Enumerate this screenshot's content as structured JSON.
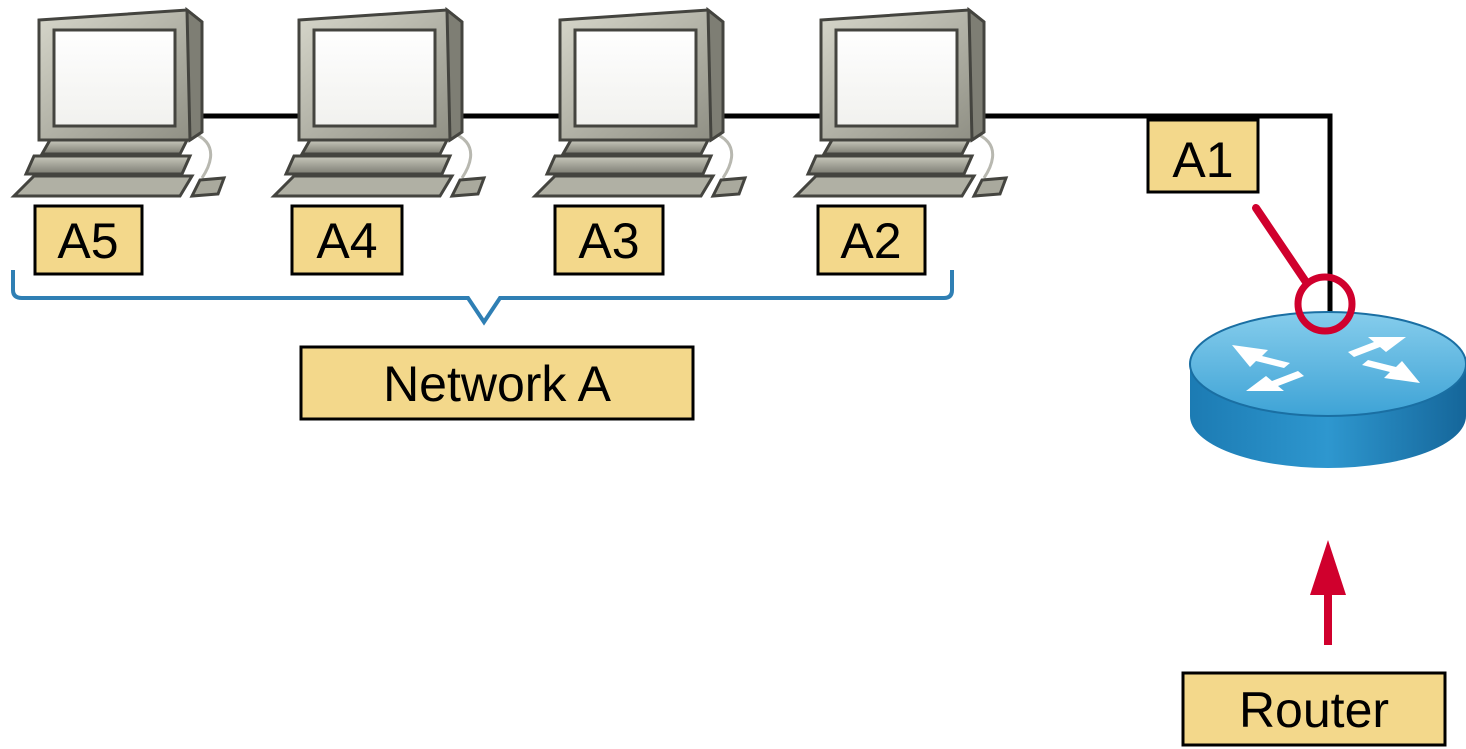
{
  "computers": [
    {
      "label": "A5"
    },
    {
      "label": "A4"
    },
    {
      "label": "A3"
    },
    {
      "label": "A2"
    }
  ],
  "router_interface_label": "A1",
  "network_label": "Network A",
  "router_label": "Router",
  "colors": {
    "label_fill": "#f3d88b",
    "label_border": "#000000",
    "brace": "#2f7fb4",
    "highlight": "#d0002d",
    "cable": "#000000",
    "router_top": "#52b3de",
    "router_side": "#1a79b0"
  }
}
